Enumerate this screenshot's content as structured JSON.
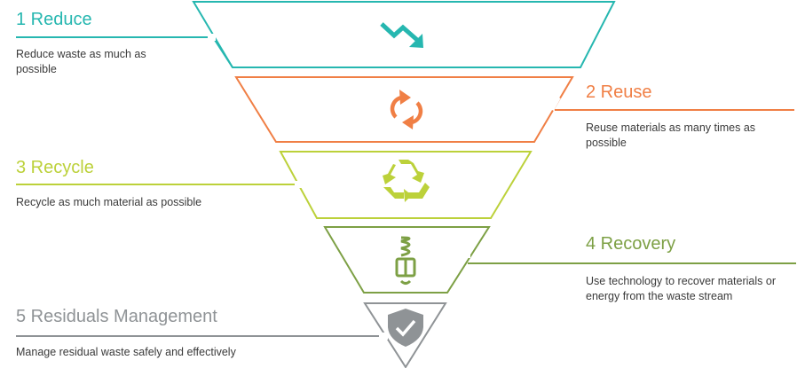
{
  "colors": {
    "reduce": "#26b7b0",
    "reuse": "#f07f45",
    "recycle": "#bcd13a",
    "recovery": "#7da045",
    "residuals": "#8f9396"
  },
  "levels": [
    {
      "title": "1 Reduce",
      "description": "Reduce waste as much as possible",
      "icon": "trend-down-arrow-icon"
    },
    {
      "title": "2 Reuse",
      "description": "Reuse materials as many times as possible",
      "icon": "cycle-arrows-icon"
    },
    {
      "title": "3 Recycle",
      "description": "Recycle as much material as possible",
      "icon": "recycle-icon"
    },
    {
      "title": "4 Recovery",
      "description": "Use technology to recover materials or energy from the waste stream",
      "icon": "lightbulb-icon"
    },
    {
      "title": "5 Residuals Management",
      "description": "Manage residual waste safely and effectively",
      "icon": "shield-check-icon"
    }
  ]
}
